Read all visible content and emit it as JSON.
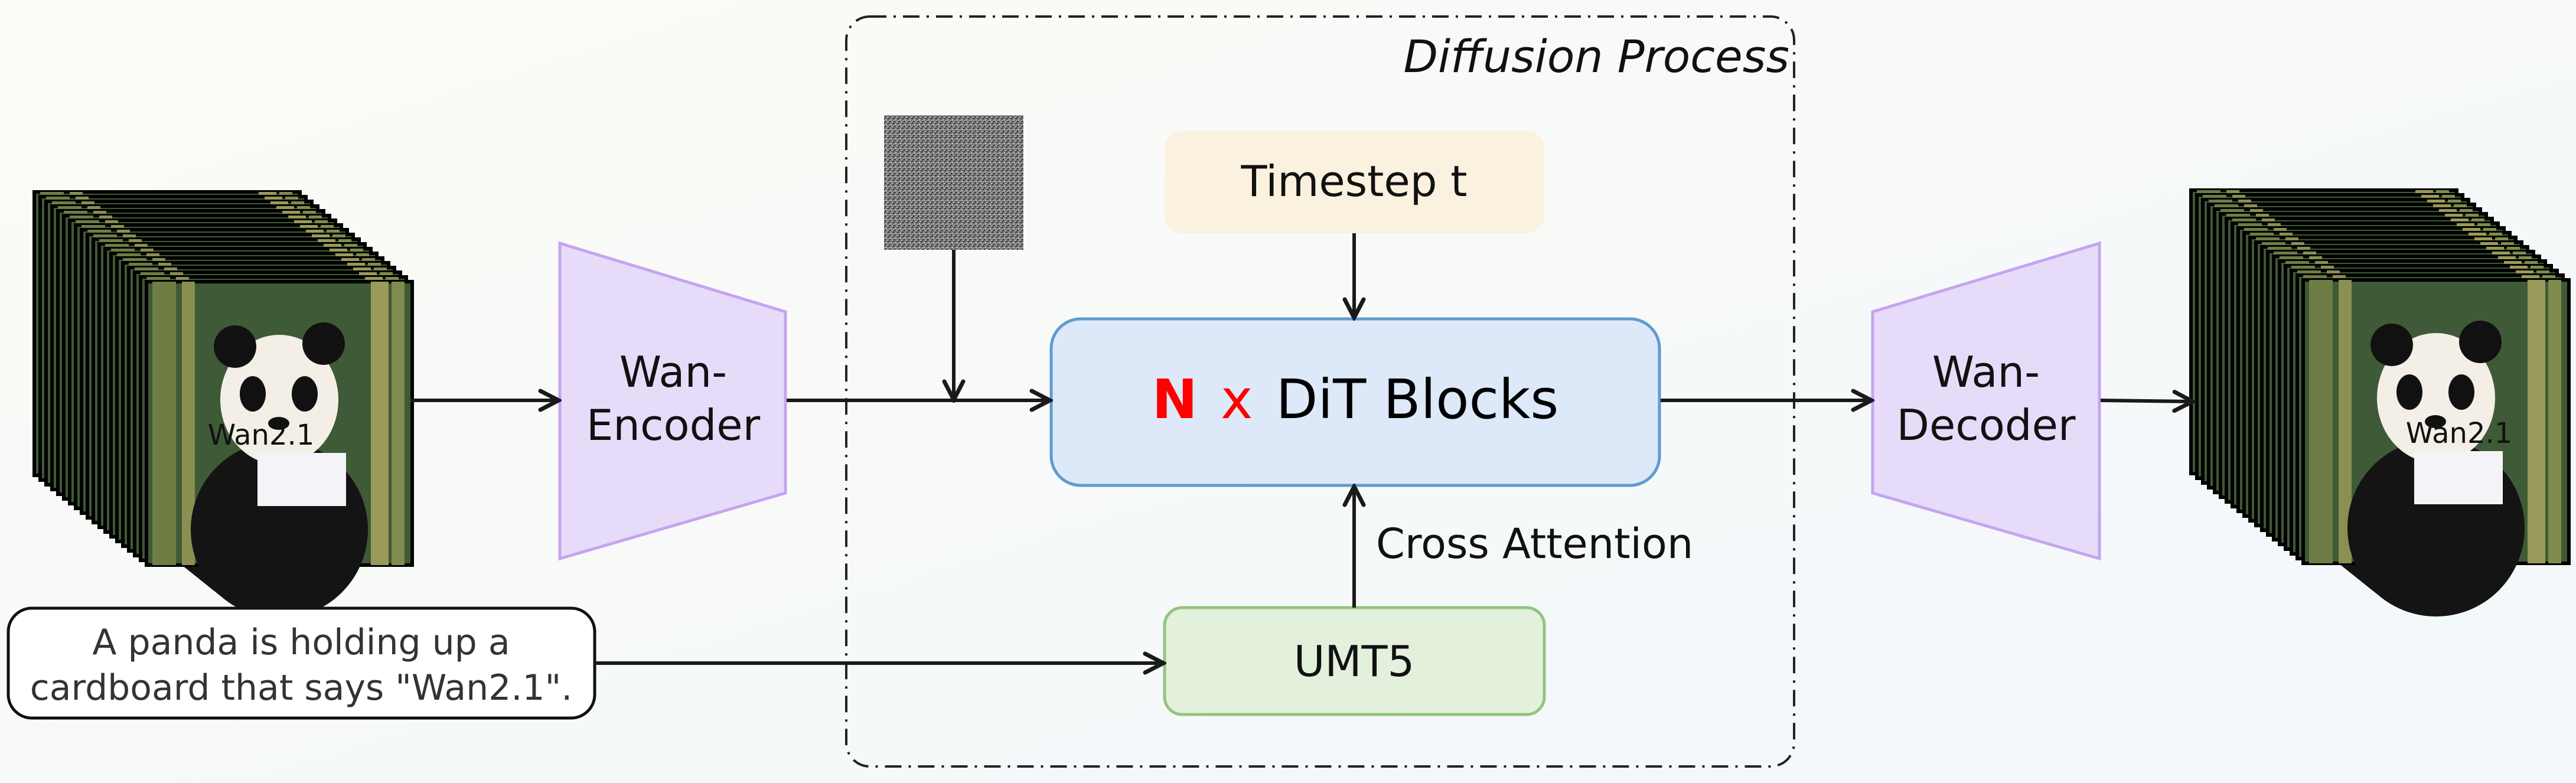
{
  "diffusion_process": {
    "label": "Diffusion Process"
  },
  "timestep": {
    "label": "Timestep t"
  },
  "dit": {
    "n": "N",
    "x": "x",
    "label": "DiT Blocks"
  },
  "cross_attention": {
    "label": "Cross Attention"
  },
  "umt5": {
    "label": "UMT5"
  },
  "encoder": {
    "line1": "Wan-",
    "line2": "Encoder"
  },
  "decoder": {
    "line1": "Wan-",
    "line2": "Decoder"
  },
  "prompt": {
    "line1": "A panda is holding up a",
    "line2": "cardboard that says \"Wan2.1\"."
  },
  "panda_sign": "Wan2.1",
  "colors": {
    "timestep_fill": "#faf1df",
    "dit_fill": "#dde9f8",
    "dit_border": "#5f9bd0",
    "umt5_fill": "#e3f0dc",
    "umt5_border": "#94c47f",
    "coder_fill": "#e6dcfa",
    "coder_border": "#c6a4f0",
    "accent_red": "#ff0000"
  }
}
